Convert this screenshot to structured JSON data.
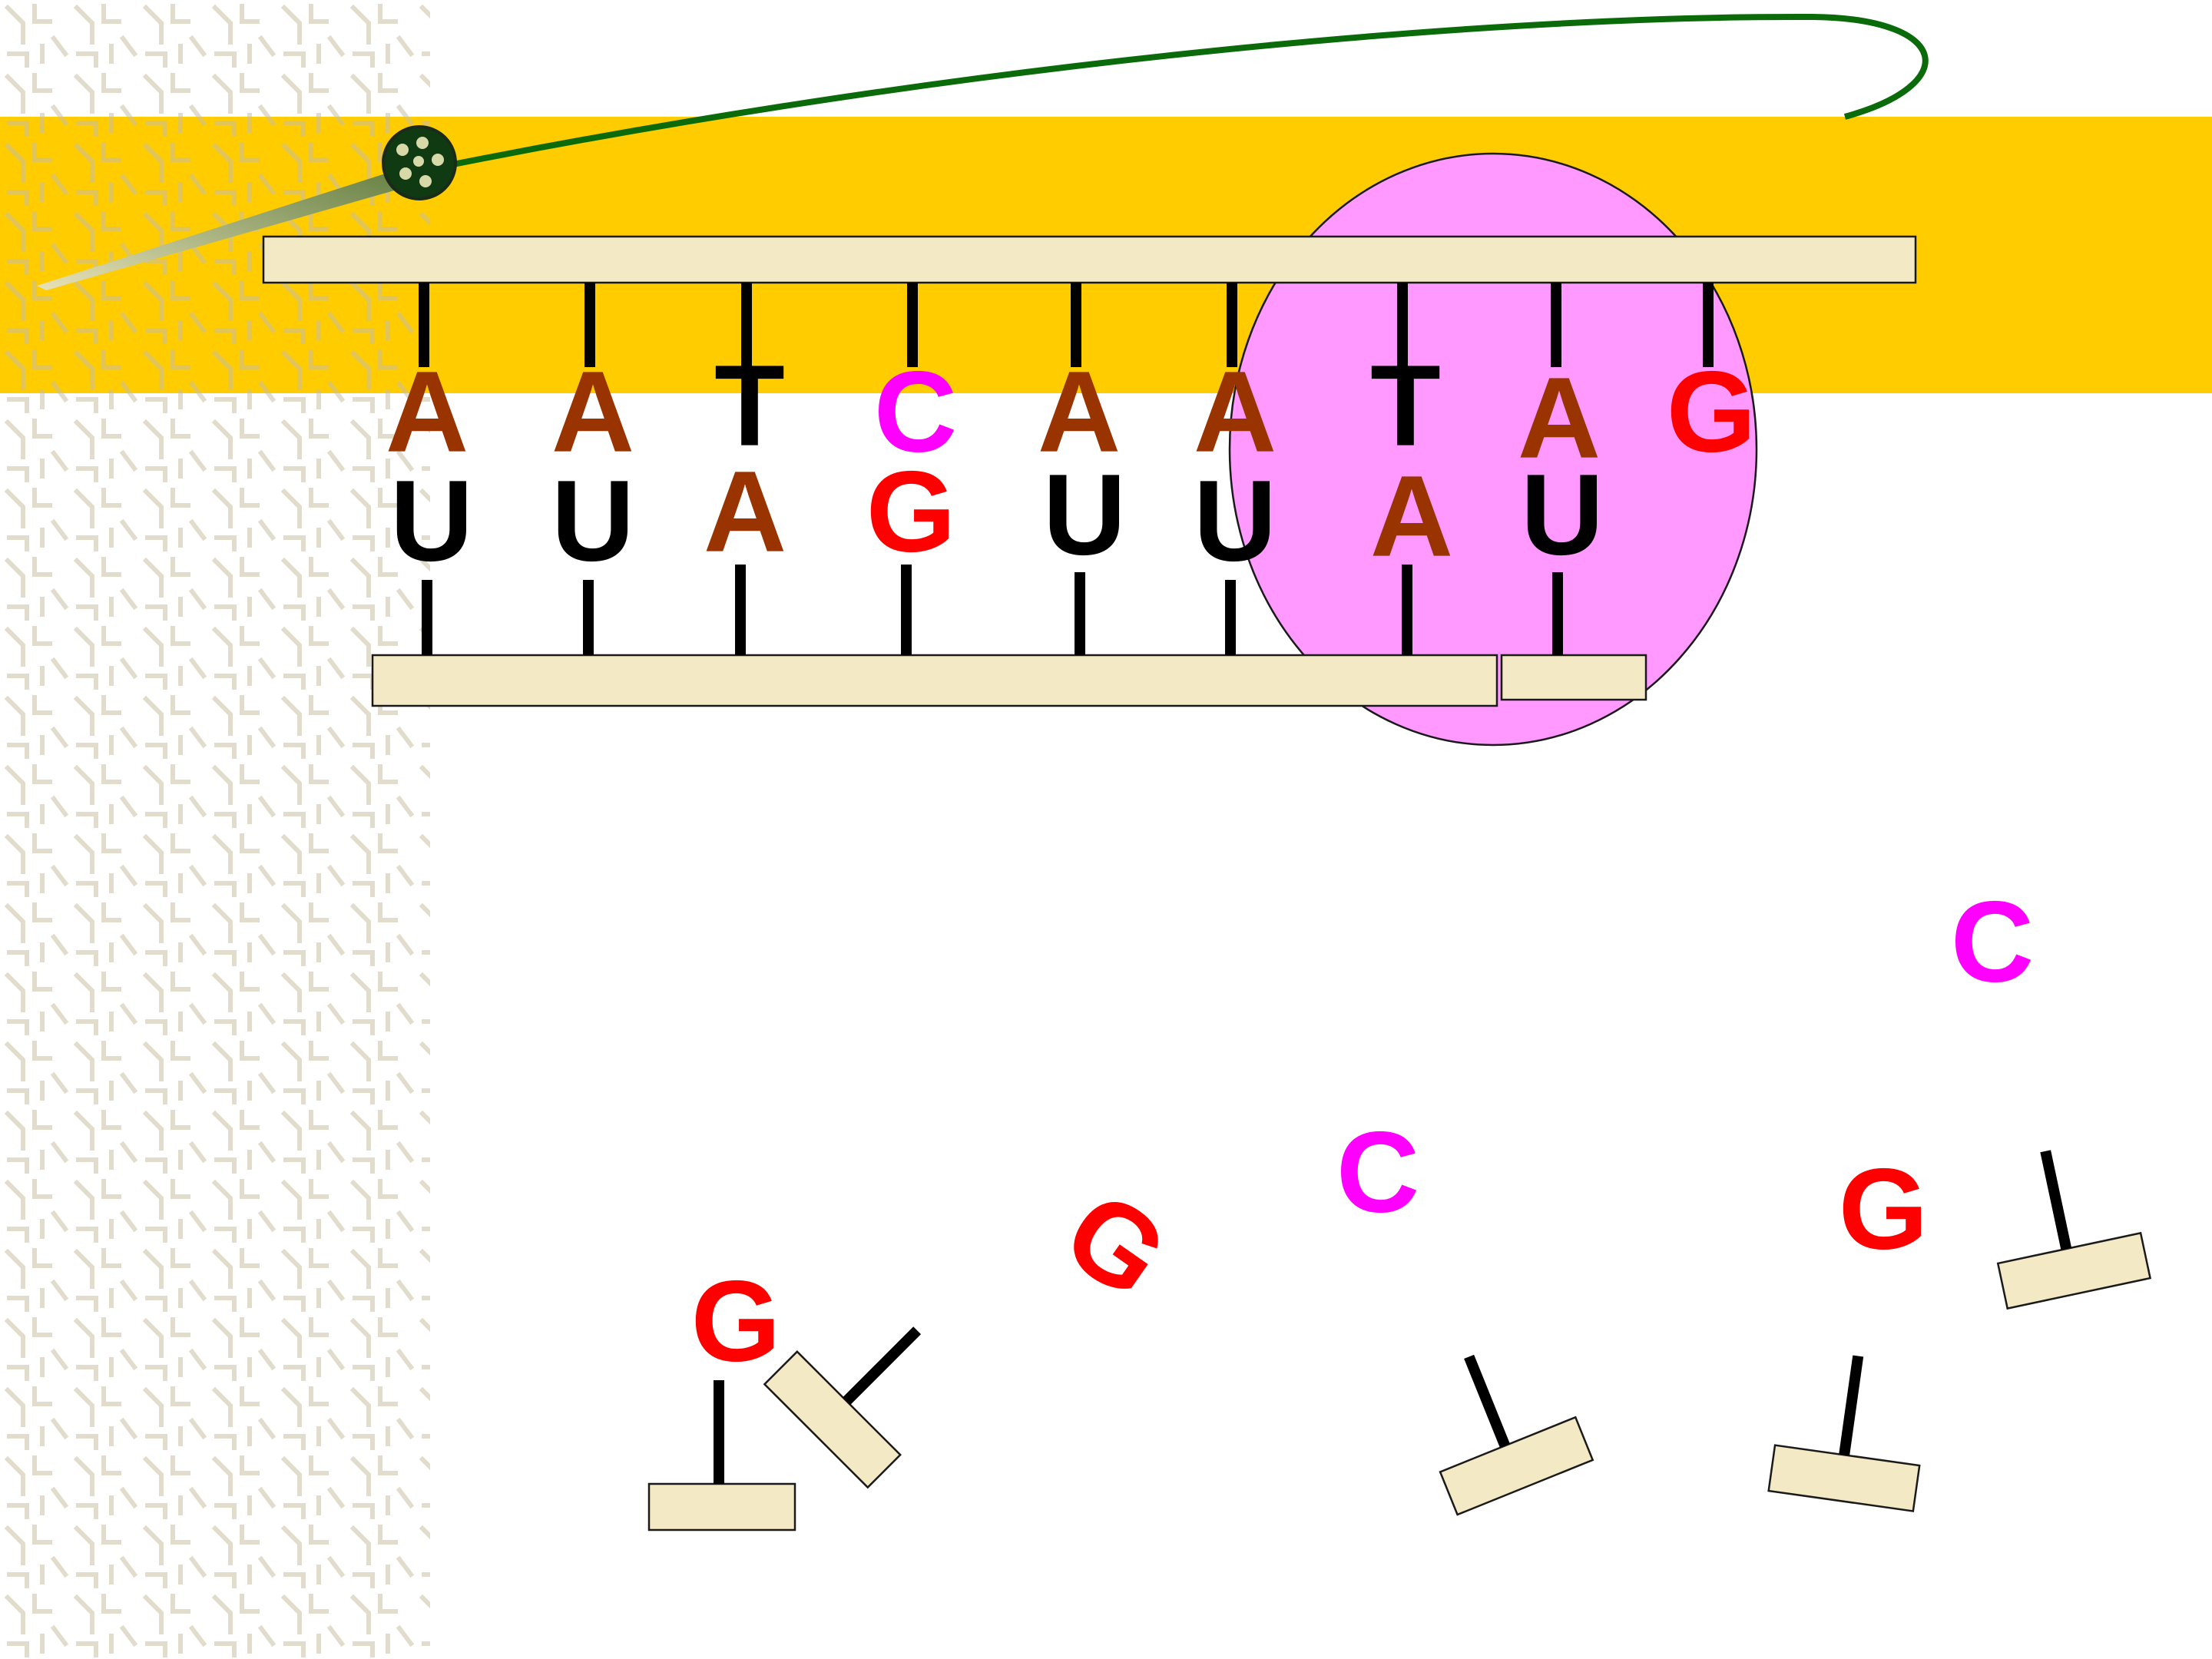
{
  "colors": {
    "band": "#FFCC00",
    "backbone": "#F3E9C4",
    "ribbon": "#0B6B0B",
    "ribbon_ball": "#0F3A12",
    "ribbon_tail": "#E8E2B8",
    "ribbon_tail_dark": "#5E7A3C",
    "ribbon_ball_dots": "#D8D9A8",
    "pattern": "#C8C0A2",
    "ribbon_edge": "#1B2A1B",
    "ribbosome": "#FF99FF",
    "outline": "#1a1a1a",
    "rung": "#000000",
    "A": "#993300",
    "T": "#000000",
    "U": "#000000",
    "C": "#FF00FF",
    "G": "#FF0000"
  },
  "dna_strand": {
    "bases": [
      "A",
      "A",
      "T",
      "C",
      "A",
      "A",
      "T",
      "A",
      "G"
    ]
  },
  "rna_strand": {
    "bases": [
      "U",
      "U",
      "A",
      "G",
      "U",
      "U",
      "A",
      "U"
    ]
  },
  "free_nucleotides": [
    {
      "base": "G"
    },
    {
      "base": "G"
    },
    {
      "base": "C"
    },
    {
      "base": "G"
    },
    {
      "base": "C"
    }
  ]
}
